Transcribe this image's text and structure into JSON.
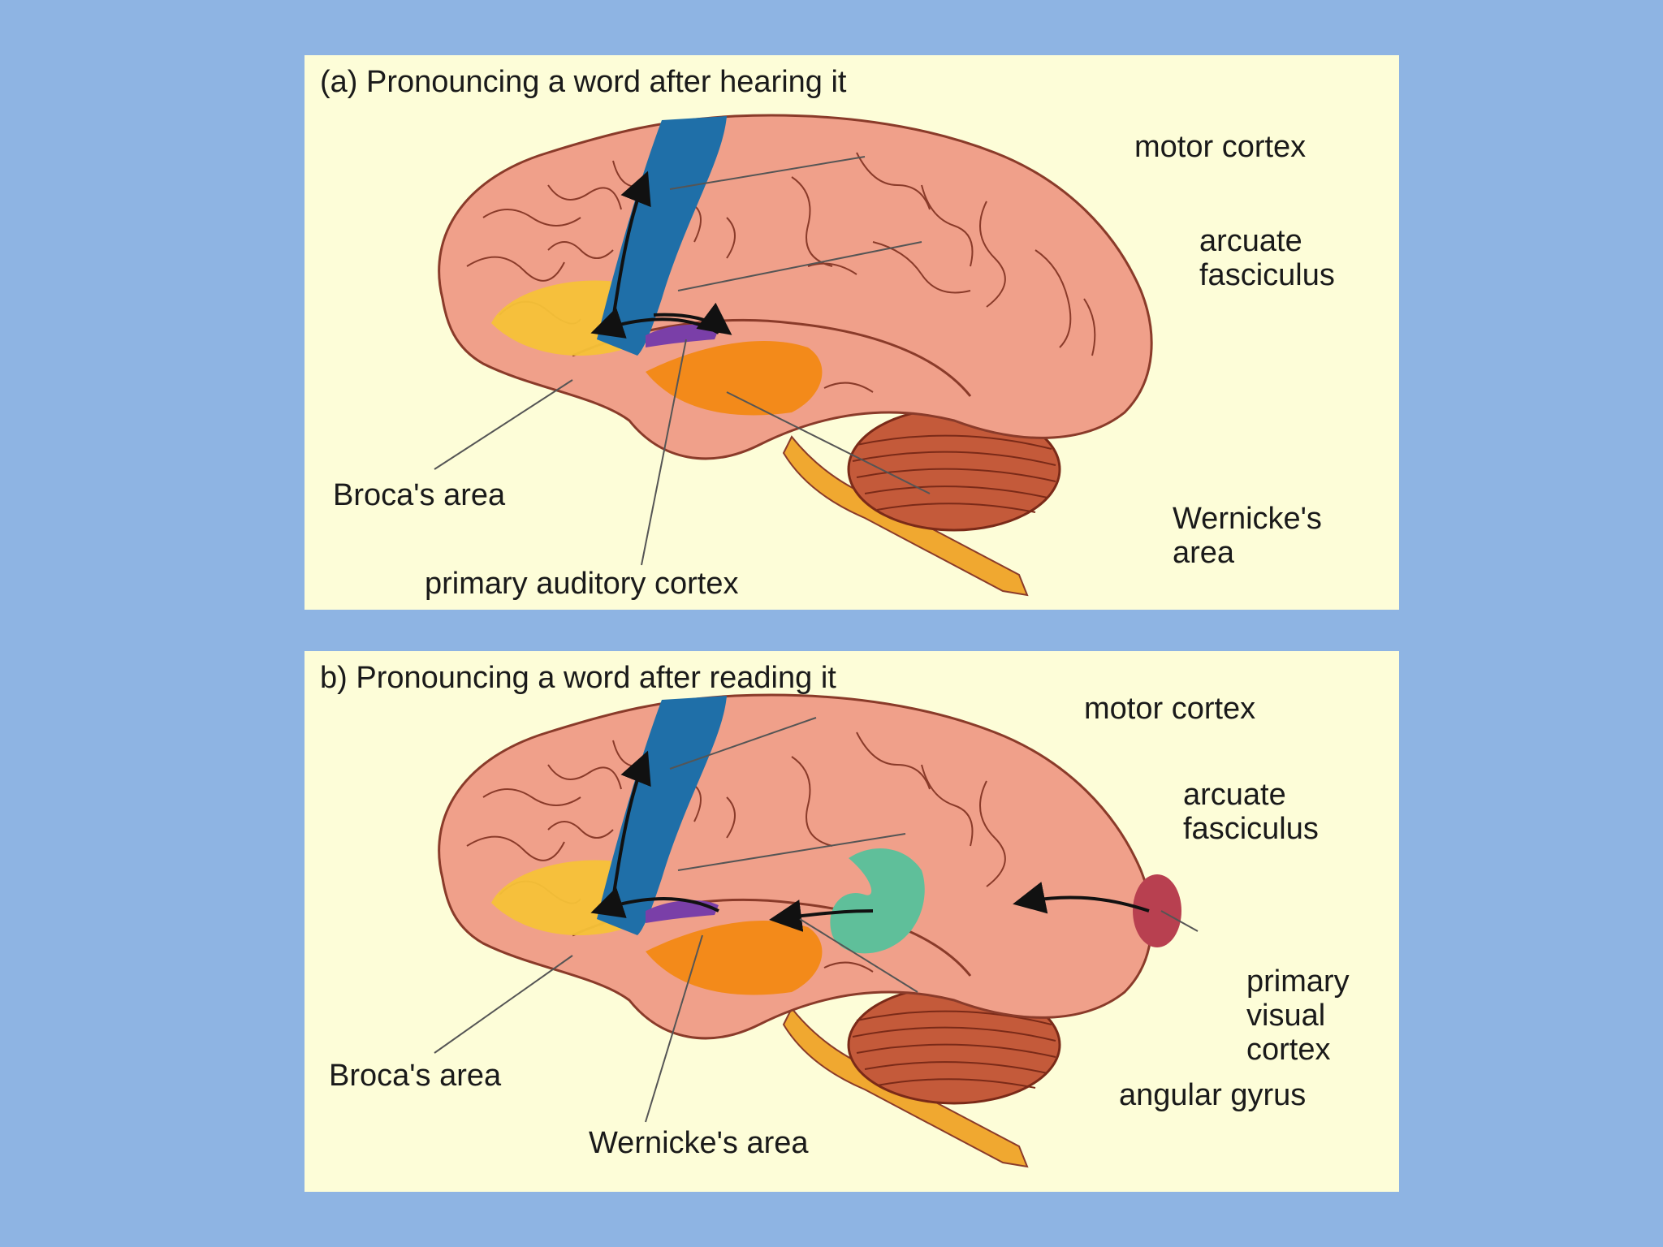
{
  "colors": {
    "page_background": "#8eb4e3",
    "panel_background": "#fdfdd8",
    "brain_tissue": "#f0a08a",
    "sulcus_line": "#8a3b2a",
    "motor_cortex": "#1f6fa8",
    "brocas_area": "#f5c238",
    "wernickes_area": "#f38a1a",
    "primary_auditory_cortex": "#7a3fa8",
    "angular_gyrus": "#5fbf9a",
    "primary_visual_cortex": "#b84050",
    "cerebellum": "#c45a3a",
    "brainstem": "#f0a830"
  },
  "panel_a": {
    "title": "(a) Pronouncing a word after hearing it",
    "labels": {
      "motor_cortex": "motor cortex",
      "arcuate_fasciculus": "arcuate\nfasciculus",
      "brocas_area": "Broca's area",
      "wernickes_area": "Wernicke's\narea",
      "primary_auditory_cortex": "primary auditory cortex"
    }
  },
  "panel_b": {
    "title": "b) Pronouncing a word after reading it",
    "labels": {
      "motor_cortex": "motor cortex",
      "arcuate_fasciculus": "arcuate\nfasciculus",
      "primary_visual_cortex": "primary\nvisual\ncortex",
      "angular_gyrus": "angular gyrus",
      "brocas_area": "Broca's area",
      "wernickes_area": "Wernicke's area"
    }
  }
}
